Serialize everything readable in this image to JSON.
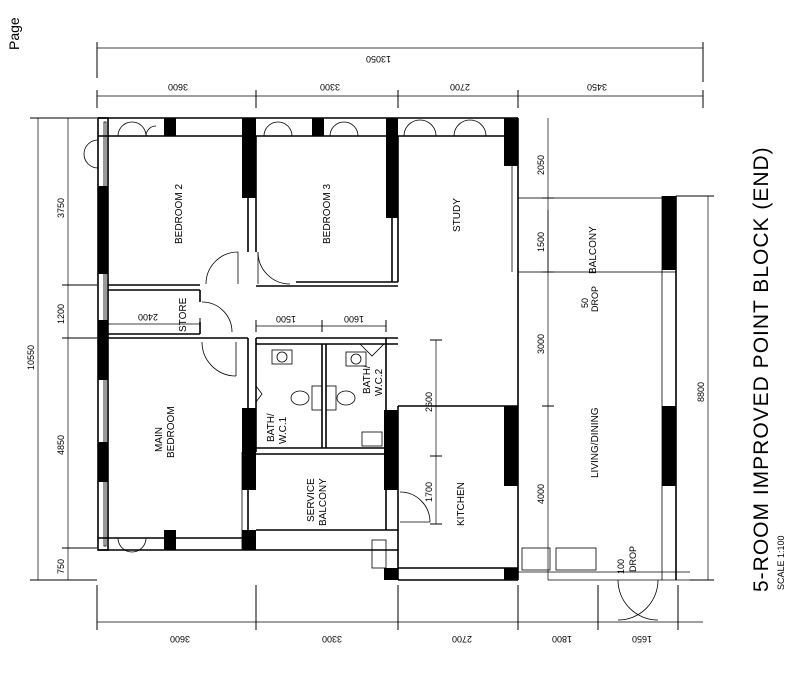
{
  "page_label": "Page",
  "title": "5-ROOM IMPROVED POINT BLOCK (END)",
  "scale": "SCALE  1:100",
  "rooms": {
    "bedroom2": "BEDROOM  2",
    "bedroom3": "BEDROOM  3",
    "study": "STUDY",
    "balcony": "BALCONY",
    "store": "STORE",
    "main_bedroom_1": "MAIN",
    "main_bedroom_2": "BEDROOM",
    "bath1_1": "BATH/",
    "bath1_2": "W.C.1",
    "bath2_1": "BATH/",
    "bath2_2": "W.C.2",
    "service_balcony_1": "SERVICE",
    "service_balcony_2": "BALCONY",
    "kitchen": "KITCHEN",
    "living_dining": "LIVING/DINING",
    "drop50_1": "50",
    "drop50_2": "DROP",
    "drop100_1": "100",
    "drop100_2": "DROP"
  },
  "dims": {
    "top_total": "13050",
    "top_1": "3600",
    "top_2": "3300",
    "top_3": "2700",
    "top_4": "3450",
    "bottom_1": "3600",
    "bottom_2": "3300",
    "bottom_3": "2700",
    "bottom_4": "1800",
    "bottom_5": "1650",
    "left_total": "10550",
    "left_1": "3750",
    "left_2": "1200",
    "left_3": "4850",
    "left_4": "750",
    "store_w": "2400",
    "bath_1500": "1500",
    "bath_1600": "1600",
    "bath_2600": "2600",
    "kitchen_1700": "1700",
    "inner_2050": "2050",
    "inner_1500": "1500",
    "inner_3000": "3000",
    "inner_4000": "4000",
    "right_8800": "8800"
  }
}
